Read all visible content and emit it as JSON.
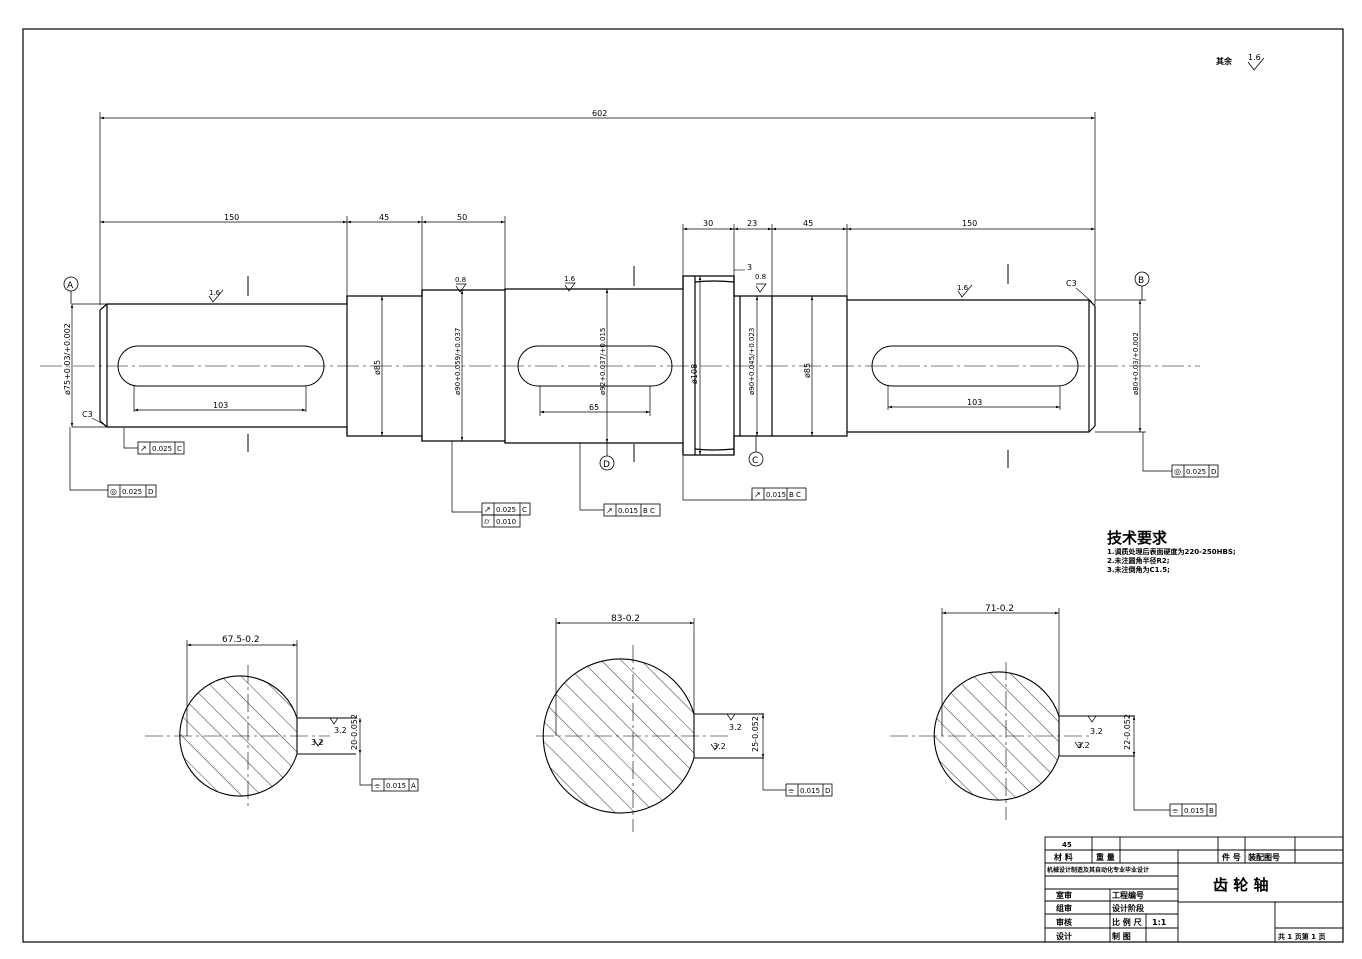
{
  "corner_note": {
    "label": "其余",
    "value": "1.6"
  },
  "dims": {
    "overall": "602",
    "seg1": "150",
    "seg2": "45",
    "seg3": "50",
    "seg4": "30",
    "seg5": "23",
    "seg6": "45",
    "seg7": "150",
    "key1": "103",
    "key2": "65",
    "key3": "103",
    "d_left_end": "ø75+0.03/+0.002",
    "d_85_left": "ø85",
    "d_bearing_left": "ø90+0.059/+0.037",
    "d_gear_seat": "ø92+0.037/+0.015",
    "d_collar": "ø108",
    "d_bearing_right": "ø90+0.045/+0.023",
    "d_85_right": "ø85",
    "d_right_end": "ø80+0.03/+0.002",
    "chamfer_left": "C3",
    "chamfer_right": "C3",
    "step_3": "3"
  },
  "roughness": {
    "r1": "1.6",
    "r2": "0.8",
    "r3": "1.6",
    "r4": "0.8",
    "r5": "1.6"
  },
  "datums": {
    "a": "A",
    "b": "B",
    "c": "C",
    "d": "D"
  },
  "tolerances": {
    "t1": {
      "sym": "↗",
      "val": "0.025",
      "ref": "C"
    },
    "t2": {
      "sym": "◎",
      "val": "0.025",
      "ref": "D"
    },
    "t3a": {
      "sym": "↗",
      "val": "0.025",
      "ref": "C"
    },
    "t3b": {
      "sym": "⌭",
      "val": "0.010"
    },
    "t4": {
      "sym": "↗",
      "val": "0.015",
      "ref": "B C"
    },
    "t5": {
      "sym": "↗",
      "val": "0.015",
      "ref": "B C"
    },
    "t6": {
      "sym": "◎",
      "val": "0.025",
      "ref": "D"
    }
  },
  "technical_requirements": {
    "title": "技术要求",
    "items": [
      "1.调质处理后表面硬度为220-250HBS;",
      "2.未注圆角半径R2;",
      "3.未注倒角为C1.5;"
    ]
  },
  "sections": [
    {
      "width": "67.5-0.2",
      "height": "20-0.052",
      "rough1": "3.2",
      "rough2": "3.2",
      "tol_sym": "⌯",
      "tol_val": "0.015",
      "tol_ref": "A"
    },
    {
      "width": "83-0.2",
      "height": "25-0.052",
      "rough1": "3.2",
      "rough2": "3.2",
      "tol_sym": "⌯",
      "tol_val": "0.015",
      "tol_ref": "D"
    },
    {
      "width": "71-0.2",
      "height": "22-0.052",
      "rough1": "3.2",
      "rough2": "3.2",
      "tol_sym": "⌯",
      "tol_val": "0.015",
      "tol_ref": "B"
    }
  ],
  "title_block": {
    "material_value": "45",
    "material_label": "材 料",
    "weight_label": "重 量",
    "part_no_label": "件 号",
    "assembly_label": "装配图号",
    "school": "机械设计制造及其自动化专业毕业设计",
    "part_name": "齿 轮 轴",
    "role1": "室审",
    "role2": "组审",
    "role3": "审核",
    "role4": "设计",
    "f1": "工程编号",
    "f2": "设计阶段",
    "f3": "比 例 尺",
    "f3_value": "1:1",
    "f4": "制  图",
    "sheets": "共  1  页第  1  页"
  }
}
